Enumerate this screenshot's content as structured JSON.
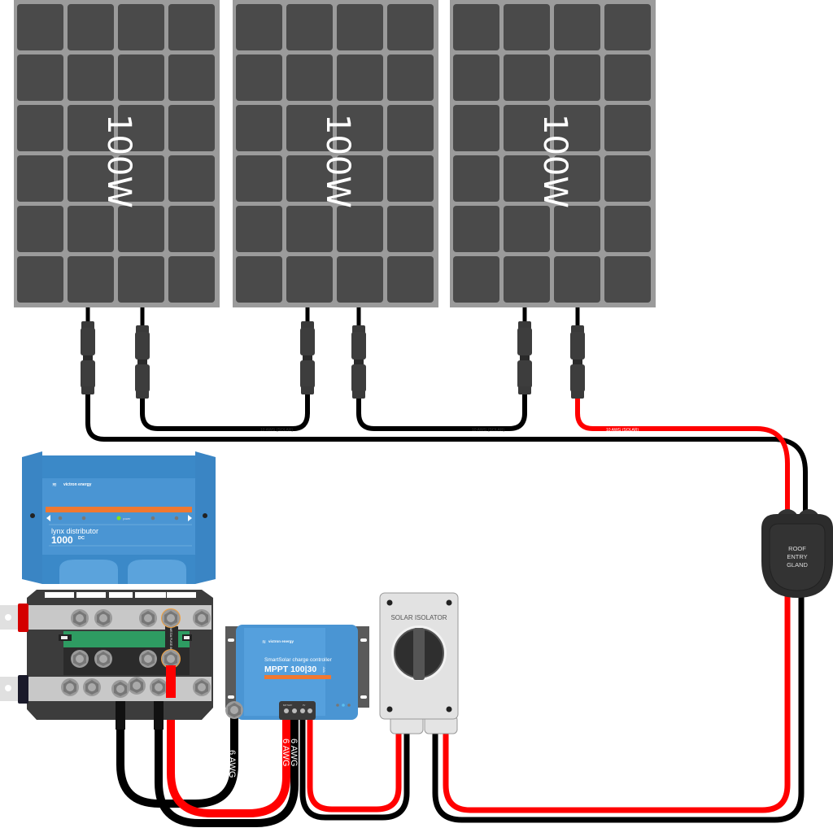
{
  "panels": [
    {
      "label": "100W"
    },
    {
      "label": "100W"
    },
    {
      "label": "100W"
    }
  ],
  "cables": {
    "solar_label": "10 AWG (SOLAR)",
    "battery_label": "6 AWG"
  },
  "lynx_distributor": {
    "brand": "victron energy",
    "product": "lynx distributor",
    "model": "1000",
    "model_suffix": "DC",
    "led_label": "power"
  },
  "lynx_busbar": {
    "fuse_label": "MEGA FUSE 60A"
  },
  "mppt": {
    "brand": "victron energy",
    "product": "SmartSolar charge controller",
    "model": "MPPT 100|30",
    "terminal_battery": "BATTERY",
    "terminal_pv": "PV"
  },
  "isolator": {
    "label": "SOLAR ISOLATOR"
  },
  "gland": {
    "line1": "ROOF",
    "line2": "ENTRY",
    "line3": "GLAND"
  },
  "colors": {
    "positive": "#ff0000",
    "negative": "#000000",
    "panel": "#4a4a4a",
    "victron_blue": "#4a90d0",
    "accent_orange": "#f07830"
  }
}
